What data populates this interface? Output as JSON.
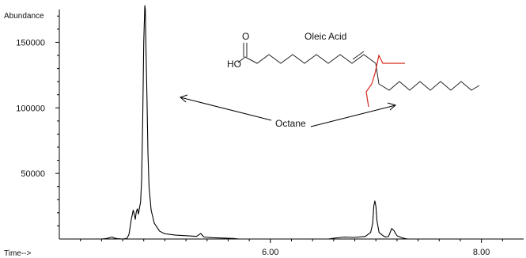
{
  "chart_data": {
    "type": "line",
    "ylabel": "Abundance",
    "xlabel": "Time-->",
    "xlim": [
      4.0,
      8.4
    ],
    "ylim": [
      0,
      175000
    ],
    "x_ticks": [
      {
        "value": 6.0,
        "label": "6.00"
      },
      {
        "value": 8.0,
        "label": "8.00"
      }
    ],
    "y_ticks": [
      {
        "value": 50000,
        "label": "50000"
      },
      {
        "value": 100000,
        "label": "100000"
      },
      {
        "value": 150000,
        "label": "150000"
      }
    ],
    "grid": false,
    "series": [
      {
        "color": "#000000",
        "points": [
          [
            4.4,
            0
          ],
          [
            4.45,
            400
          ],
          [
            4.5,
            1500
          ],
          [
            4.52,
            700
          ],
          [
            4.55,
            300
          ],
          [
            4.6,
            0
          ],
          [
            4.64,
            400
          ],
          [
            4.66,
            3500
          ],
          [
            4.68,
            14000
          ],
          [
            4.7,
            22000
          ],
          [
            4.71,
            19000
          ],
          [
            4.72,
            15000
          ],
          [
            4.73,
            21000
          ],
          [
            4.74,
            23000
          ],
          [
            4.75,
            19000
          ],
          [
            4.76,
            24000
          ],
          [
            4.77,
            28000
          ],
          [
            4.78,
            45000
          ],
          [
            4.79,
            90000
          ],
          [
            4.8,
            150000
          ],
          [
            4.81,
            178000
          ],
          [
            4.815,
            175000
          ],
          [
            4.82,
            150000
          ],
          [
            4.83,
            110000
          ],
          [
            4.84,
            65000
          ],
          [
            4.85,
            40000
          ],
          [
            4.87,
            22000
          ],
          [
            4.9,
            12000
          ],
          [
            4.95,
            6000
          ],
          [
            5.0,
            4000
          ],
          [
            5.1,
            3000
          ],
          [
            5.2,
            2500
          ],
          [
            5.3,
            2000
          ],
          [
            5.34,
            4200
          ],
          [
            5.37,
            1500
          ],
          [
            5.45,
            1000
          ],
          [
            5.55,
            700
          ],
          [
            5.65,
            400
          ],
          [
            5.7,
            0
          ],
          [
            6.55,
            0
          ],
          [
            6.6,
            600
          ],
          [
            6.7,
            1500
          ],
          [
            6.8,
            1200
          ],
          [
            6.9,
            2000
          ],
          [
            6.95,
            5000
          ],
          [
            6.97,
            12000
          ],
          [
            6.98,
            25000
          ],
          [
            6.99,
            29000
          ],
          [
            7.0,
            25000
          ],
          [
            7.01,
            14000
          ],
          [
            7.03,
            5000
          ],
          [
            7.06,
            3000
          ],
          [
            7.09,
            1500
          ],
          [
            7.12,
            2000
          ],
          [
            7.14,
            6000
          ],
          [
            7.15,
            8000
          ],
          [
            7.17,
            6500
          ],
          [
            7.2,
            2500
          ],
          [
            7.25,
            800
          ],
          [
            7.3,
            0
          ]
        ]
      }
    ],
    "annotations": {
      "peak_label": "Octane",
      "structure_label": "Oleic Acid",
      "structure_atoms": {
        "oxygen": "O",
        "hydroxyl": "HO"
      }
    }
  },
  "colors": {
    "axis": "#000000",
    "trace": "#000000",
    "structure": "#222222",
    "octane_overlay": "#d42a1e"
  }
}
